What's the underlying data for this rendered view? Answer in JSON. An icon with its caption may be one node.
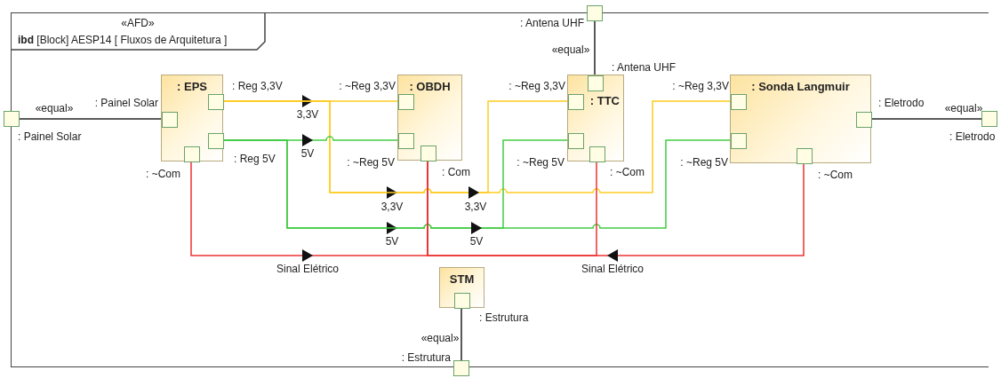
{
  "diagram": {
    "nodes": [
      {
        "text": [
          "«AFD»",
          "**ibd** [Block] AESP14 [ Fluxos de Arquitetura ]"
        ]
      },
      {
        "text": [],
        "shape": "box",
        "in": 0,
        "beside": [
          ": Painel Solar"
        ]
      },
      {
        "text": [],
        "shape": "box",
        "in": 0,
        "beside": [
          ": Antena UHF"
        ]
      },
      {
        "text": [],
        "shape": "box",
        "in": 0,
        "beside": [
          ": Eletrodo"
        ]
      },
      {
        "text": [],
        "shape": "box",
        "in": 0,
        "beside": [
          ": Estrutura"
        ]
      },
      {
        "text": [
          ": EPS"
        ],
        "in": 0
      },
      {
        "text": [],
        "shape": "box",
        "in": 5,
        "beside": [
          ": Painel Solar"
        ]
      },
      {
        "text": [],
        "shape": "box",
        "in": 5,
        "beside": [
          ": Reg 3,3V"
        ]
      },
      {
        "text": [],
        "shape": "box",
        "in": 5,
        "beside": [
          ": Reg 5V"
        ]
      },
      {
        "text": [],
        "shape": "box",
        "in": 5,
        "beside": [
          ": ~Com"
        ]
      },
      {
        "text": [
          ": OBDH"
        ],
        "in": 0
      },
      {
        "text": [],
        "shape": "box",
        "in": 10,
        "beside": [
          ": ~Reg 3,3V"
        ]
      },
      {
        "text": [],
        "shape": "box",
        "in": 10,
        "beside": [
          ": ~Reg 5V"
        ]
      },
      {
        "text": [],
        "shape": "box",
        "in": 10,
        "beside": [
          ": Com"
        ]
      },
      {
        "text": [
          ": TTC"
        ],
        "in": 0
      },
      {
        "text": [],
        "shape": "box",
        "in": 14,
        "beside": [
          ": Antena UHF"
        ]
      },
      {
        "text": [],
        "shape": "box",
        "in": 14,
        "beside": [
          ": ~Reg 3,3V"
        ]
      },
      {
        "text": [],
        "shape": "box",
        "in": 14,
        "beside": [
          ": ~Reg 5V"
        ]
      },
      {
        "text": [],
        "shape": "box",
        "in": 14,
        "beside": [
          ": ~Com"
        ]
      },
      {
        "text": [
          ": Sonda Langmuir"
        ],
        "in": 0
      },
      {
        "text": [],
        "shape": "box",
        "in": 19,
        "beside": [
          ": ~Reg 3,3V"
        ]
      },
      {
        "text": [],
        "shape": "box",
        "in": 19,
        "beside": [
          ": ~Reg 5V"
        ]
      },
      {
        "text": [],
        "shape": "box",
        "in": 19,
        "beside": [
          ": ~Com"
        ]
      },
      {
        "text": [],
        "shape": "box",
        "in": 19,
        "beside": [
          ": Eletrodo"
        ]
      },
      {
        "text": [
          "STM"
        ],
        "in": 0
      },
      {
        "text": [],
        "shape": "box",
        "in": 24,
        "beside": [
          ": Estrutura"
        ]
      }
    ],
    "edges": [
      {
        "from": 1,
        "to": 6,
        "arrow": "none",
        "label": "«equal»"
      },
      {
        "from": 2,
        "to": 15,
        "arrow": "none",
        "label": "«equal»"
      },
      {
        "from": 23,
        "to": 3,
        "arrow": "none",
        "label": "«equal»"
      },
      {
        "from": 25,
        "to": 4,
        "arrow": "none",
        "label": "«equal»"
      },
      {
        "from": 7,
        "to": 11,
        "arrow": "to",
        "label": "3,3V",
        "color": "#ffcc22"
      },
      {
        "from": 7,
        "to": 16,
        "arrow": "to",
        "label": "3,3V",
        "color": "#ffcc22"
      },
      {
        "from": 7,
        "to": 20,
        "arrow": "to",
        "label": "3,3V",
        "color": "#ffcc22"
      },
      {
        "from": 8,
        "to": 12,
        "arrow": "to",
        "label": "5V",
        "color": "#44cc44"
      },
      {
        "from": 8,
        "to": 17,
        "arrow": "to",
        "label": "5V",
        "color": "#44cc44"
      },
      {
        "from": 8,
        "to": 21,
        "arrow": "to",
        "label": "5V",
        "color": "#44cc44"
      },
      {
        "from": 9,
        "to": 13,
        "arrow": "to",
        "label": "Sinal Elétrico",
        "color": "#ee3333"
      },
      {
        "from": 22,
        "to": 13,
        "arrow": "to",
        "label": "Sinal Elétrico",
        "color": "#ee3333"
      },
      {
        "from": 18,
        "to": 13,
        "arrow": "none",
        "color": "#ee3333"
      }
    ]
  }
}
